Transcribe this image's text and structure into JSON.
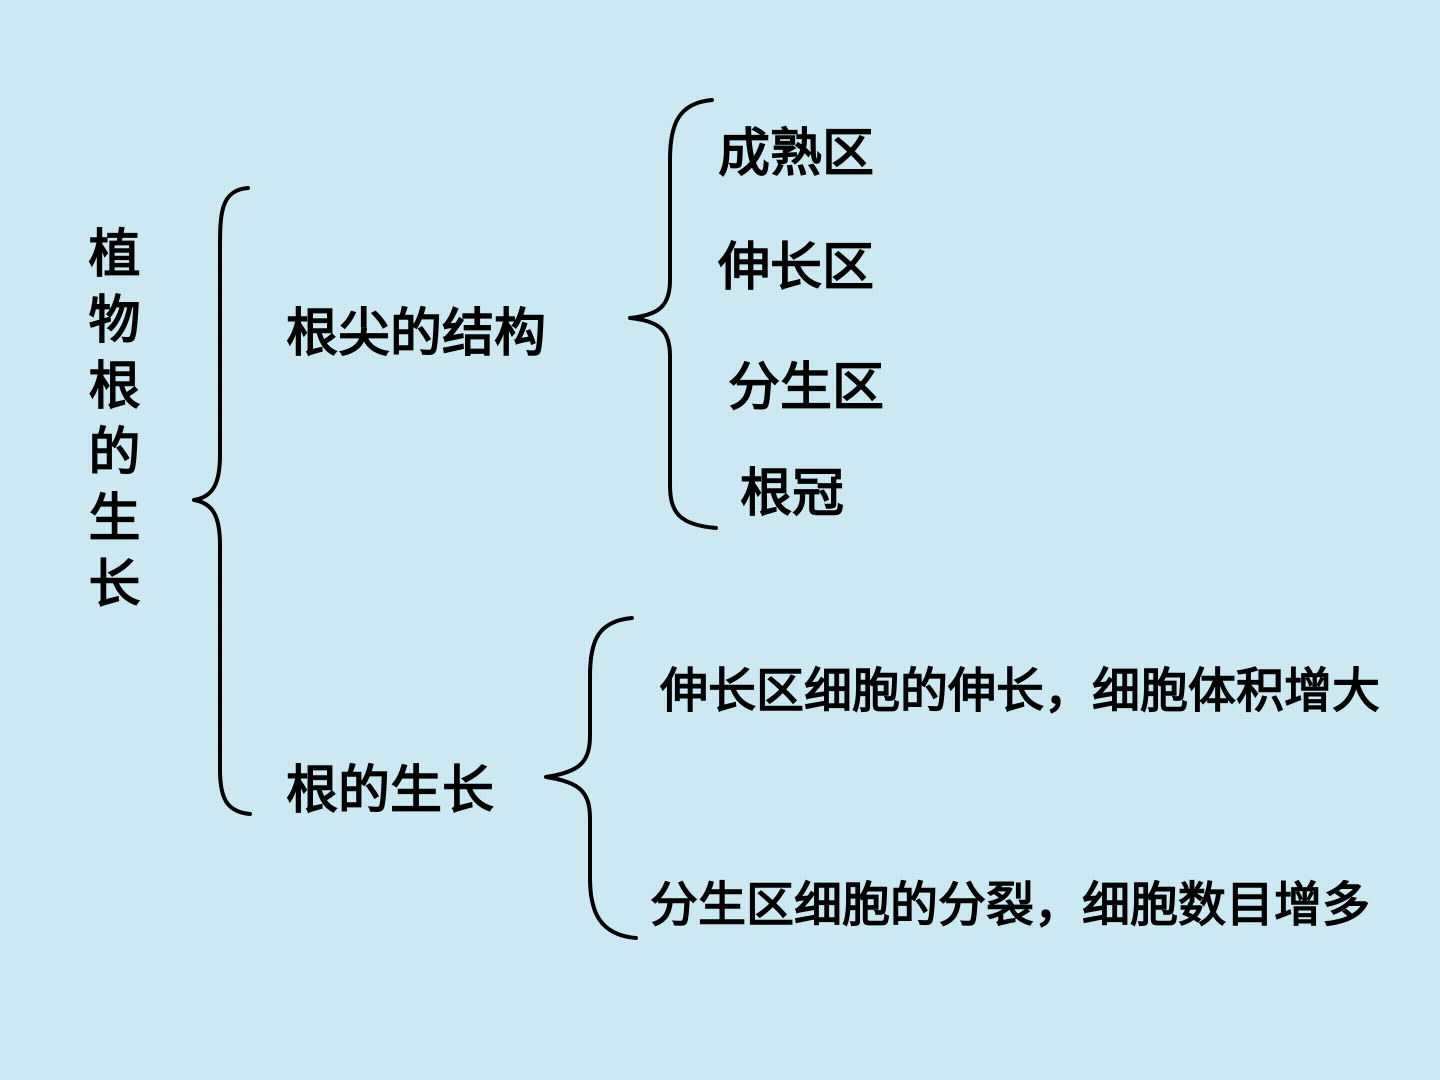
{
  "root": {
    "title": "植物根的生长"
  },
  "branches": {
    "structure": {
      "label": "根尖的结构",
      "zones": [
        "成熟区",
        "伸长区",
        "分生区",
        "根冠"
      ]
    },
    "growth": {
      "label": "根的生长",
      "reasons": [
        "伸长区细胞的伸长，细胞体积增大",
        "分生区细胞的分裂，细胞数目增多"
      ]
    }
  },
  "colors": {
    "background": "#cce9f3",
    "ink": "#000000"
  }
}
